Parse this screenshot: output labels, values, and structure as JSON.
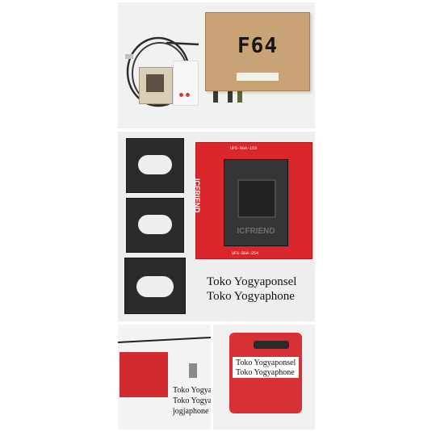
{
  "panel_top": {
    "box_logo": "F64",
    "colors": {
      "box": "#c9a276",
      "cable": "#2c2c2c"
    }
  },
  "panel_adapter": {
    "board_brand": "ICFRIEND",
    "board_strip_top": "UFS-BGA-153",
    "board_strip_bottom": "UFS-BGA-254",
    "socket_brand": "ICFRIEND",
    "watermark_line1": "Toko Yogyaponsel",
    "watermark_line2": "Toko Yogyaphone",
    "colors": {
      "board": "#d9272b",
      "plate": "#2b2b2b"
    }
  },
  "panel_bottom_left": {
    "watermark_line1": "Toko Yogya",
    "watermark_line2": "Toko Yogya",
    "watermark_line3": "jogjaphone"
  },
  "panel_bottom_right": {
    "watermark_line1": "Toko Yogyaponsel",
    "watermark_line2": "Toko Yogyaphone",
    "colors": {
      "socket": "#d63236"
    }
  }
}
